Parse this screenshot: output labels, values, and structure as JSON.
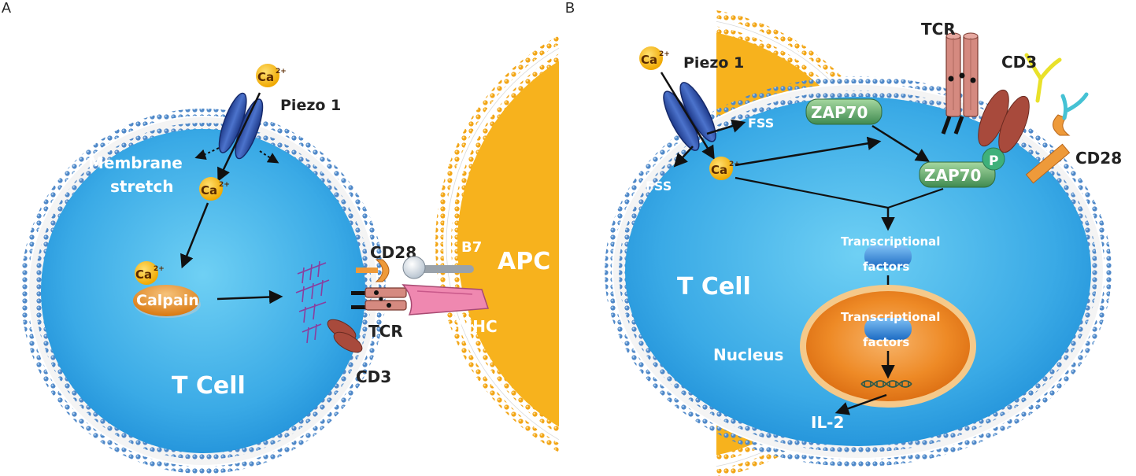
{
  "panel_a": {
    "letter": "A",
    "ca_top": "Ca",
    "ca_mid": "Ca",
    "ca_calpain": "Ca",
    "ca_sup": "2+",
    "piezo": "Piezo 1",
    "stretch_line1": "Membrane",
    "stretch_line2": "stretch",
    "calpain": "Calpain",
    "cd28": "CD28",
    "b7": "B7",
    "tcr": "TCR",
    "pmhc": "pMHC",
    "cd3": "CD3",
    "apc": "APC",
    "tcell": "T Cell"
  },
  "panel_b": {
    "letter": "B",
    "ca_top": "Ca",
    "ca_mid": "Ca",
    "ca_sup": "2+",
    "piezo": "Piezo 1",
    "fss_upper": "FSS",
    "fss_lower": "FSS",
    "zap70_top": "ZAP70",
    "zap70_phos": "ZAP70",
    "phos": "P",
    "tcr": "TCR",
    "cd3": "CD3",
    "cd28": "CD28",
    "tf_outer_1": "Transcriptional",
    "tf_outer_2": "factors",
    "tf_inner_1": "Transcriptional",
    "tf_inner_2": "factors",
    "nucleus": "Nucleus",
    "tcell": "T Cell",
    "il2": "IL-2"
  },
  "colors": {
    "cytoplasm_center": "#5bc4ee",
    "cytoplasm_edge": "#1f8fd8",
    "membrane_bead": "#4f88c8",
    "apc": "#f7b21d",
    "calcium": "#f5b400",
    "piezo": "#2e4fa8",
    "calpain": "#e8902a",
    "tcr": "#d58a80",
    "cd3": "#a84a3c",
    "cd28": "#ee9a3a",
    "pmhc": "#ef88b0",
    "zap70": "#5aa66c",
    "nucleus": "#e87a18",
    "transcription_factor": "#2e84d6",
    "actin": "#8a3e9e"
  }
}
